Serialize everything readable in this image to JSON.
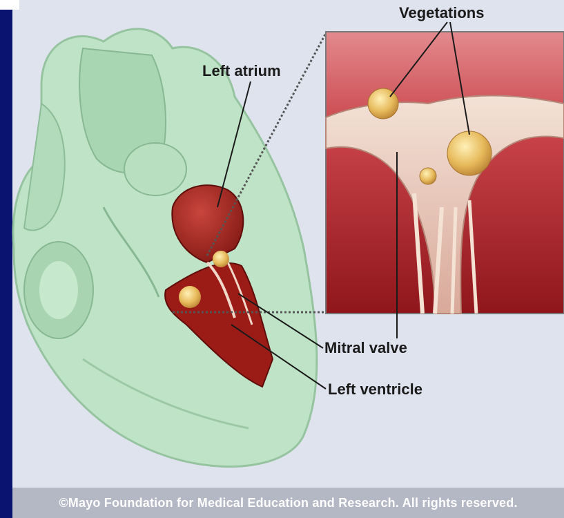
{
  "labels": {
    "vegetations": "Vegetations",
    "left_atrium": "Left atrium",
    "mitral_valve": "Mitral valve",
    "left_ventricle": "Left ventricle"
  },
  "footer": {
    "copyright": "©Mayo Foundation for Medical Education and Research.  All rights reserved."
  },
  "colors": {
    "frame_blue": "#0a1470",
    "background": "#dfe3ee",
    "heart_green": "#bfe3c6",
    "tissue_red": "#9b1c17",
    "vegetation_yellow": "#e9c26a"
  }
}
